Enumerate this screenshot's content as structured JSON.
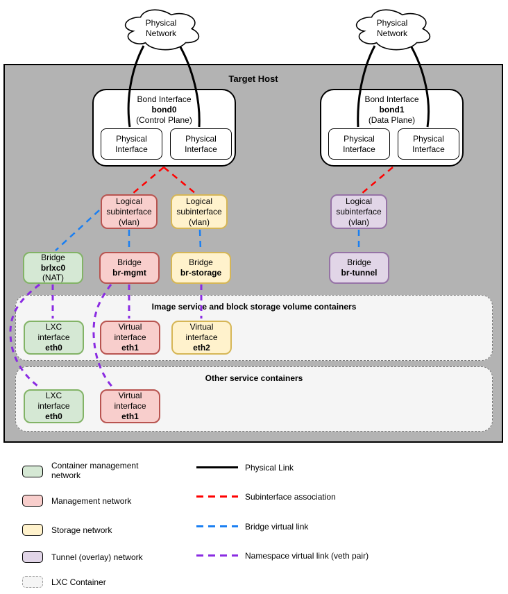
{
  "host": {
    "title": "Target Host"
  },
  "clouds": {
    "left": {
      "label": "Physical\nNetwork"
    },
    "right": {
      "label": "Physical\nNetwork"
    }
  },
  "bonds": {
    "bond0": {
      "line1": "Bond Interface",
      "name": "bond0",
      "line3": "(Control Plane)",
      "port1": "Physical\nInterface",
      "port2": "Physical\nInterface"
    },
    "bond1": {
      "line1": "Bond Interface",
      "name": "bond1",
      "line3": "(Data Plane)",
      "port1": "Physical\nInterface",
      "port2": "Physical\nInterface"
    }
  },
  "subinterfaces": {
    "mgmt": {
      "label": "Logical\nsubinterface\n(vlan)"
    },
    "storage": {
      "label": "Logical\nsubinterface\n(vlan)"
    },
    "tunnel": {
      "label": "Logical\nsubinterface\n(vlan)"
    }
  },
  "bridges": {
    "brlxc0": {
      "label": "Bridge",
      "name": "brlxc0",
      "extra": "(NAT)"
    },
    "br_mgmt": {
      "label": "Bridge",
      "name": "br-mgmt"
    },
    "br_storage": {
      "label": "Bridge",
      "name": "br-storage"
    },
    "br_tunnel": {
      "label": "Bridge",
      "name": "br-tunnel"
    }
  },
  "containers": {
    "c1": {
      "title": "Image service and block storage volume containers",
      "eth0": {
        "label": "LXC\ninterface",
        "name": "eth0"
      },
      "eth1": {
        "label": "Virtual\ninterface",
        "name": "eth1"
      },
      "eth2": {
        "label": "Virtual\ninterface",
        "name": "eth2"
      }
    },
    "c2": {
      "title": "Other service containers",
      "eth0": {
        "label": "LXC\ninterface",
        "name": "eth0"
      },
      "eth1": {
        "label": "Virtual\ninterface",
        "name": "eth1"
      }
    }
  },
  "legend": {
    "swatches": [
      {
        "label": "Container management\nnetwork"
      },
      {
        "label": "Management network"
      },
      {
        "label": "Storage network"
      },
      {
        "label": "Tunnel (overlay) network"
      },
      {
        "label": "LXC Container"
      }
    ],
    "links": [
      {
        "label": "Physical Link"
      },
      {
        "label": "Subinterface association"
      },
      {
        "label": "Bridge virtual link"
      },
      {
        "label": "Namespace virtual link (veth pair)"
      }
    ]
  },
  "colors": {
    "host_bg": "#b3b3b3",
    "container_mgmt_fill": "#d5e8d4",
    "container_mgmt_stroke": "#82b366",
    "management_fill": "#f8cecc",
    "management_stroke": "#b85450",
    "storage_fill": "#fff2cc",
    "storage_stroke": "#d6b656",
    "tunnel_fill": "#e1d5e7",
    "tunnel_stroke": "#9673a6",
    "lxc_container_fill": "#f5f5f5",
    "physical_link": "#000000",
    "subinterface_association": "#ff0000",
    "bridge_virtual_link": "#1a7ff2",
    "namespace_virtual_link": "#8a2be2"
  }
}
